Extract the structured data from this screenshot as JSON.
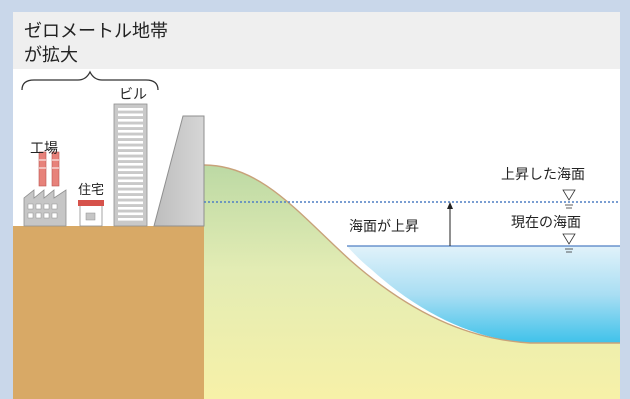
{
  "title": {
    "line1": "ゼロメートル地帯",
    "line2": "が拡大"
  },
  "labels": {
    "building": "ビル",
    "factory": "工場",
    "house": "住宅",
    "risen_sea": "上昇した海面",
    "sea_rising": "海面が上昇",
    "current_sea": "現在の海面"
  },
  "colors": {
    "frame": "#c9d7ea",
    "title_bg": "#efefef",
    "sky": "#ffffff",
    "land": "#d8a966",
    "seawall": "#c8c8c8",
    "hill_top": "#b9d9a5",
    "hill_bottom": "#f6f0a8",
    "sea_top": "#d9eef8",
    "sea_bottom": "#45c6ea",
    "water_line": "#4f7fc4"
  }
}
